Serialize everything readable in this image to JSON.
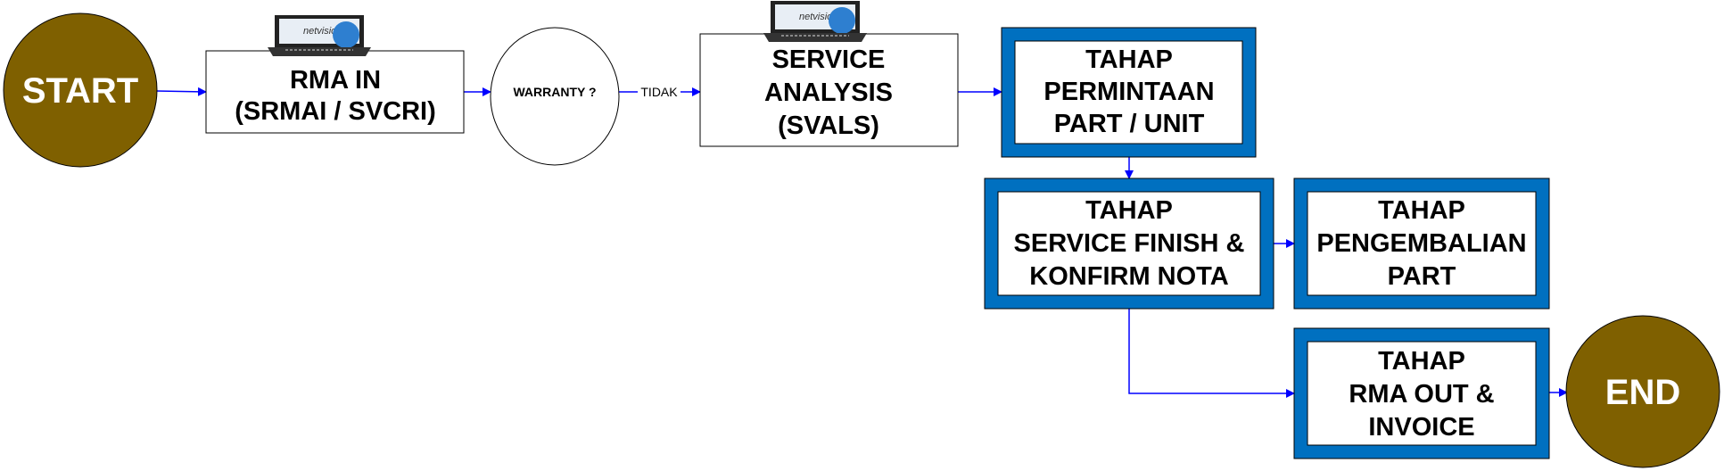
{
  "colors": {
    "terminal": "#7f6000",
    "frame": "#0070c0",
    "arrow": "#0000ff"
  },
  "nodes": {
    "start": "START",
    "rma_in": [
      "RMA IN",
      "(SRMAI / SVCRI)"
    ],
    "warranty": "WARRANTY ?",
    "service_analysis": [
      "SERVICE",
      "ANALYSIS",
      "(SVALS)"
    ],
    "permintaan": [
      "TAHAP",
      "PERMINTAAN",
      "PART / UNIT"
    ],
    "service_finish": [
      "TAHAP",
      "SERVICE FINISH &",
      "KONFIRM NOTA"
    ],
    "pengembalian": [
      "TAHAP",
      "PENGEMBALIAN",
      "PART"
    ],
    "rma_out": [
      "TAHAP",
      "RMA OUT &",
      "INVOICE"
    ],
    "end": "END"
  },
  "edges": {
    "warranty_no": "TIDAK"
  },
  "logo": {
    "text": "netvision",
    "icon": "laptop-globe-icon"
  }
}
